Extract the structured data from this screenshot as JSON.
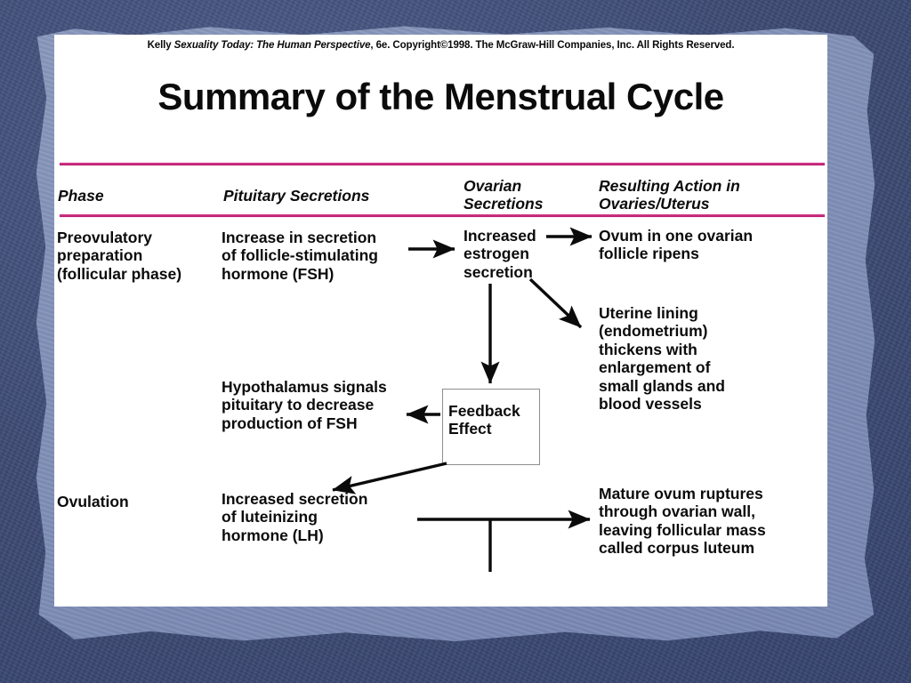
{
  "slide": {
    "credit": {
      "author": "Kelly",
      "book_title": "Sexuality Today: The Human Perspective",
      "rest": ", 6e. Copyright©1998. The McGraw-Hill Companies, Inc. All Rights Reserved."
    },
    "title": "Summary of the Menstrual Cycle",
    "colors": {
      "rule": "#c62a7d",
      "page_background": "#ffffff",
      "mat": "#8594bb",
      "border": "#3d4a73",
      "text": "#0b0b0b",
      "box_border": "#8e8e8e"
    }
  },
  "table": {
    "headers": [
      {
        "label": "Phase"
      },
      {
        "label": "Pituitary Secretions"
      },
      {
        "label": "Ovarian\nSecretions"
      },
      {
        "label": "Resulting Action in\nOvaries/Uterus"
      }
    ],
    "rows": [
      {
        "phase": "Preovulatory\npreparation\n(follicular phase)",
        "pituitary": "Increase in secretion\nof follicle-stimulating\nhormone (FSH)",
        "ovarian": "Increased\nestrogen\nsecretion",
        "action_primary": "Ovum in one ovarian\nfollicle ripens",
        "action_secondary": "Uterine lining\n(endometrium)\nthickens with\nenlargement of\nsmall glands and\nblood vessels"
      },
      {
        "phase": "Ovulation",
        "pituitary": "Increased secretion\nof luteinizing\nhormone (LH)",
        "ovarian": "",
        "action_primary": "Mature ovum ruptures\nthrough ovarian wall,\nleaving follicular mass\ncalled corpus luteum",
        "action_secondary": ""
      }
    ],
    "feedback_box": {
      "label": "Feedback\nEffect"
    },
    "hypothalamus_note": "Hypothalamus signals\npituitary to decrease\nproduction of FSH"
  },
  "chart_data": {
    "type": "diagram",
    "title": "Summary of the Menstrual Cycle",
    "nodes": [
      {
        "id": "fsh",
        "label": "Increase in secretion of follicle-stimulating hormone (FSH)",
        "column": "Pituitary Secretions"
      },
      {
        "id": "estrogen",
        "label": "Increased estrogen secretion",
        "column": "Ovarian Secretions"
      },
      {
        "id": "ovum",
        "label": "Ovum in one ovarian follicle ripens",
        "column": "Resulting Action in Ovaries/Uterus"
      },
      {
        "id": "endometrium",
        "label": "Uterine lining (endometrium) thickens with enlargement of small glands and blood vessels",
        "column": "Resulting Action in Ovaries/Uterus"
      },
      {
        "id": "feedback",
        "label": "Feedback Effect",
        "column": "Ovarian Secretions"
      },
      {
        "id": "hypothalamus",
        "label": "Hypothalamus signals pituitary to decrease production of FSH",
        "column": "Pituitary Secretions"
      },
      {
        "id": "lh",
        "label": "Increased secretion of luteinizing hormone (LH)",
        "column": "Pituitary Secretions"
      },
      {
        "id": "corpus",
        "label": "Mature ovum ruptures through ovarian wall, leaving follicular mass called corpus luteum",
        "column": "Resulting Action in Ovaries/Uterus"
      }
    ],
    "edges": [
      {
        "from": "fsh",
        "to": "estrogen",
        "style": "arrow-right"
      },
      {
        "from": "estrogen",
        "to": "ovum",
        "style": "arrow-right"
      },
      {
        "from": "estrogen",
        "to": "endometrium",
        "style": "arrow-diagonal-down-right"
      },
      {
        "from": "estrogen",
        "to": "feedback",
        "style": "arrow-down"
      },
      {
        "from": "feedback",
        "to": "hypothalamus",
        "style": "arrow-left"
      },
      {
        "from": "feedback",
        "to": "lh",
        "style": "arrow-diagonal-down-left"
      },
      {
        "from": "lh",
        "to": "corpus",
        "style": "arrow-right-with-branch-down"
      }
    ]
  }
}
